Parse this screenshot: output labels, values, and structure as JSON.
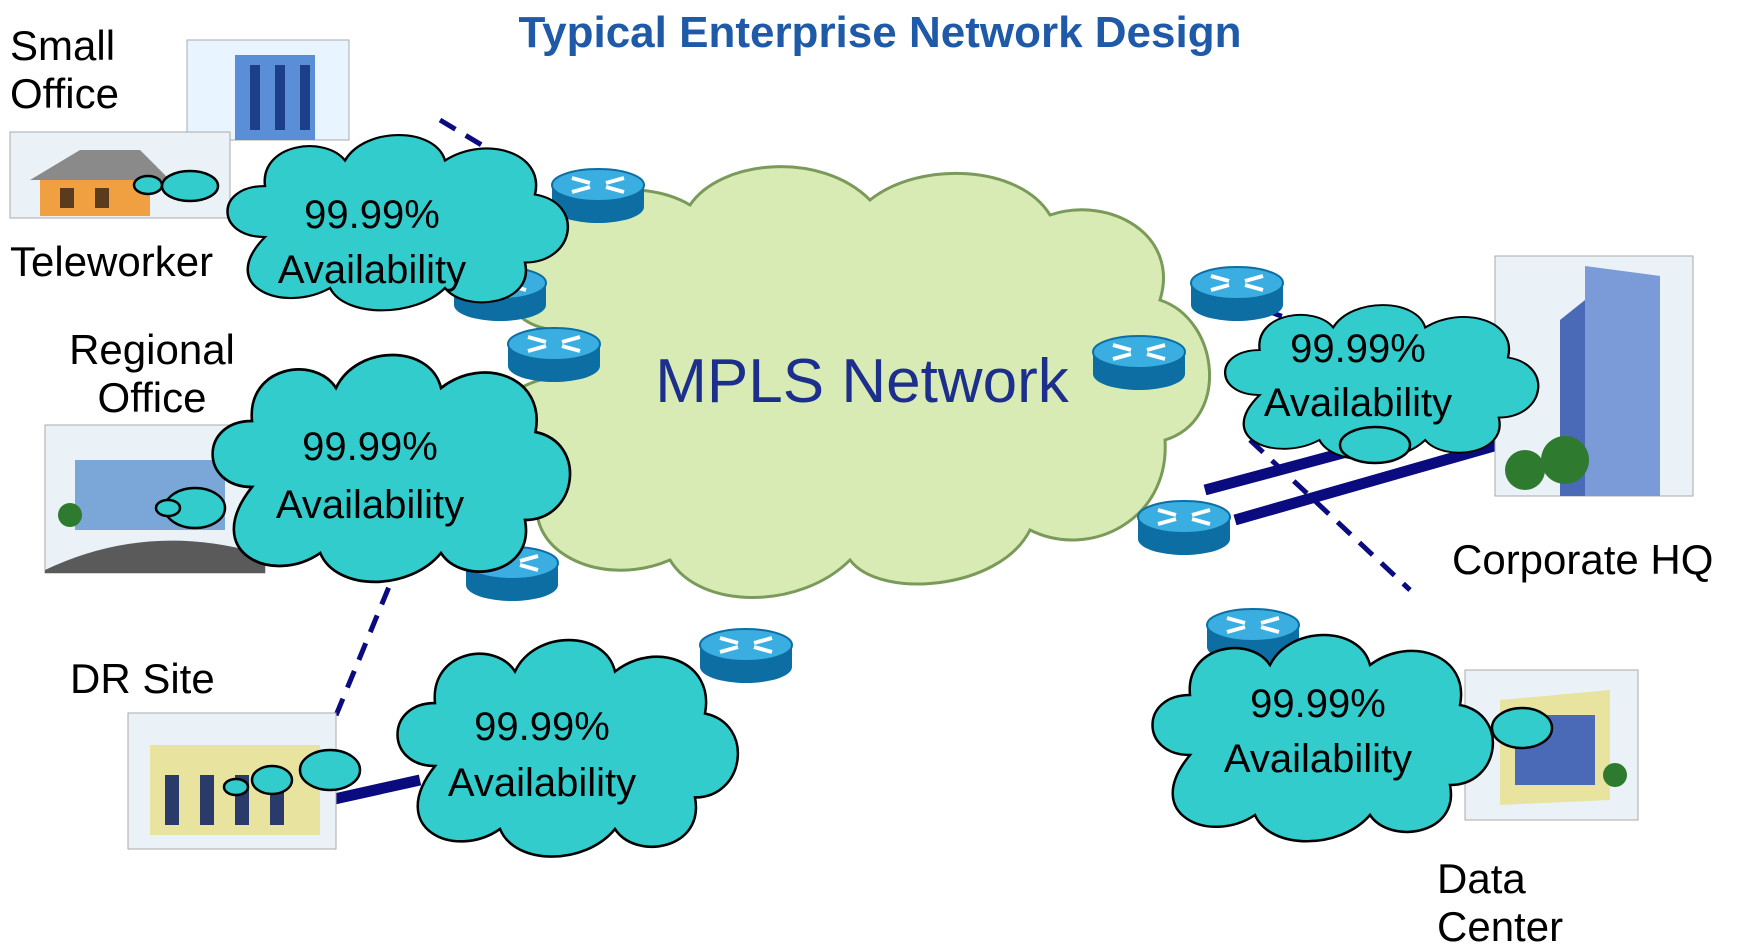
{
  "title": "Typical Enterprise Network Design",
  "core": {
    "label": "MPLS Network"
  },
  "sites": {
    "small_office": "Small Office",
    "teleworker": "Teleworker",
    "regional_office": "Regional Office",
    "dr_site": "DR Site",
    "corporate_hq": "Corporate HQ",
    "data_center": "Data Center"
  },
  "availability": {
    "value": "99.99%",
    "label": "Availability"
  },
  "colors": {
    "title": "#1f5aa8",
    "core_cloud": "#d9ebb5",
    "availability_cloud": "#33cccc",
    "router": "#1b8fc9",
    "link": "#0b0b80"
  }
}
